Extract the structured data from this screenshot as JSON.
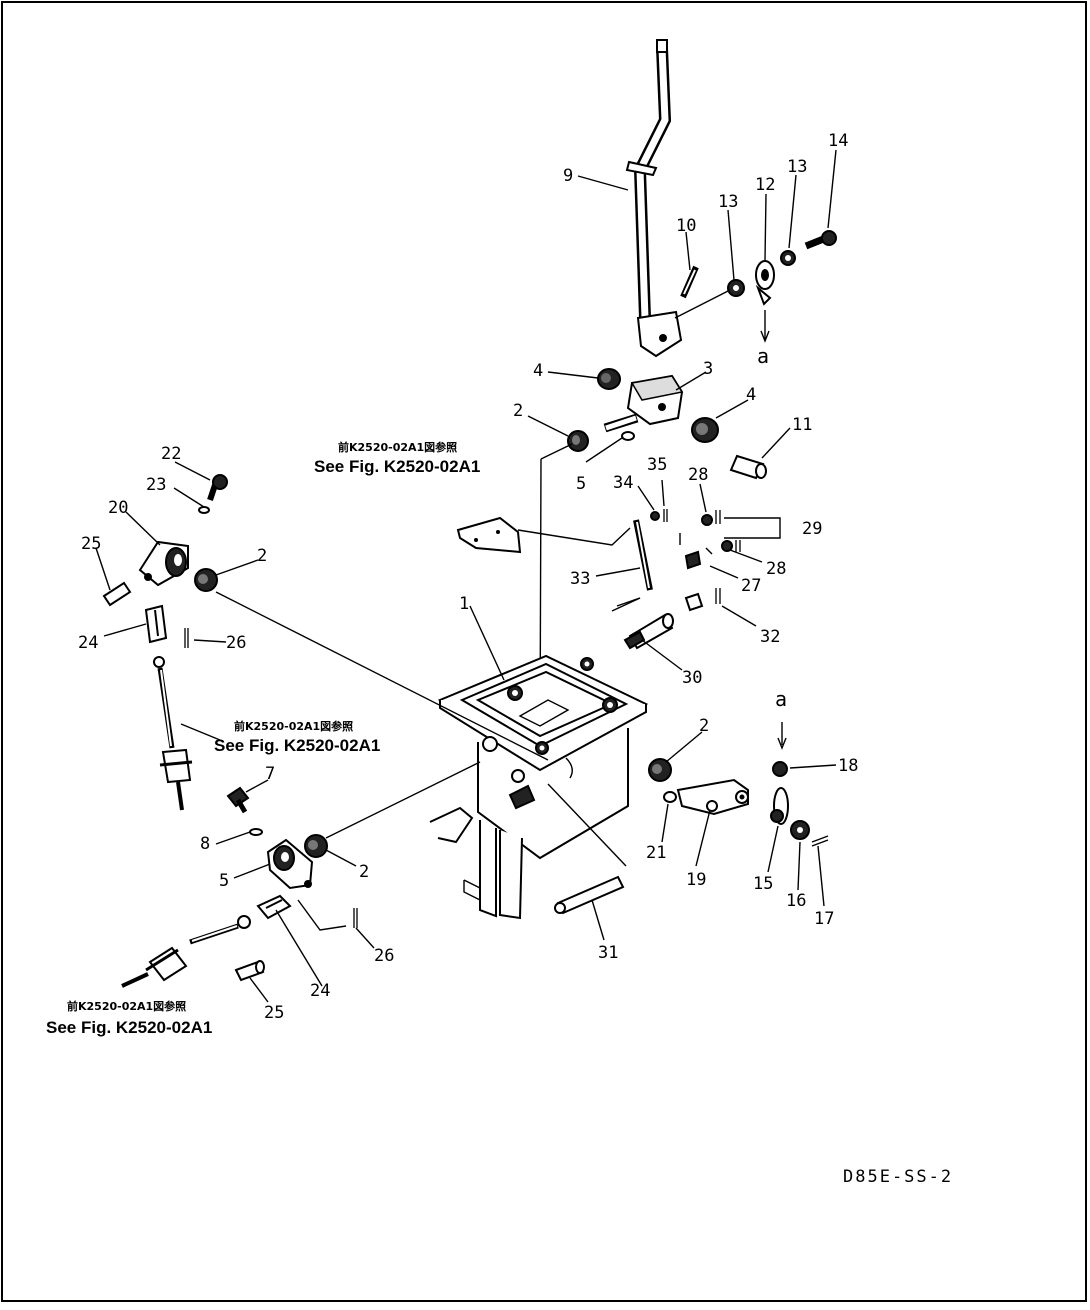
{
  "drawing_code": "D85E-SS-2",
  "view_arrow_letter": "a",
  "see_figure_jp": "前K2520-02A1図参照",
  "see_figure_en": "See Fig. K2520-02A1",
  "callouts": [
    {
      "id": "c9",
      "label": "9"
    },
    {
      "id": "c10",
      "label": "10"
    },
    {
      "id": "c13a",
      "label": "13"
    },
    {
      "id": "c12",
      "label": "12"
    },
    {
      "id": "c13b",
      "label": "13"
    },
    {
      "id": "c14",
      "label": "14"
    },
    {
      "id": "c4a",
      "label": "4"
    },
    {
      "id": "c3",
      "label": "3"
    },
    {
      "id": "c2a",
      "label": "2"
    },
    {
      "id": "c4b",
      "label": "4"
    },
    {
      "id": "c11",
      "label": "11"
    },
    {
      "id": "c5a",
      "label": "5"
    },
    {
      "id": "c35",
      "label": "35"
    },
    {
      "id": "c34",
      "label": "34"
    },
    {
      "id": "c28a",
      "label": "28"
    },
    {
      "id": "c29",
      "label": "29"
    },
    {
      "id": "c28b",
      "label": "28"
    },
    {
      "id": "c33",
      "label": "33"
    },
    {
      "id": "c27",
      "label": "27"
    },
    {
      "id": "c32",
      "label": "32"
    },
    {
      "id": "c1",
      "label": "1"
    },
    {
      "id": "c30",
      "label": "30"
    },
    {
      "id": "c22",
      "label": "22"
    },
    {
      "id": "c23",
      "label": "23"
    },
    {
      "id": "c20",
      "label": "20"
    },
    {
      "id": "c25a",
      "label": "25"
    },
    {
      "id": "c2b",
      "label": "2"
    },
    {
      "id": "c24a",
      "label": "24"
    },
    {
      "id": "c26a",
      "label": "26"
    },
    {
      "id": "c2c",
      "label": "2"
    },
    {
      "id": "c18",
      "label": "18"
    },
    {
      "id": "c7",
      "label": "7"
    },
    {
      "id": "c8",
      "label": "8"
    },
    {
      "id": "c5b",
      "label": "5"
    },
    {
      "id": "c2d",
      "label": "2"
    },
    {
      "id": "c21",
      "label": "21"
    },
    {
      "id": "c19",
      "label": "19"
    },
    {
      "id": "c15",
      "label": "15"
    },
    {
      "id": "c16",
      "label": "16"
    },
    {
      "id": "c17",
      "label": "17"
    },
    {
      "id": "c26b",
      "label": "26"
    },
    {
      "id": "c24b",
      "label": "24"
    },
    {
      "id": "c25b",
      "label": "25"
    },
    {
      "id": "c31",
      "label": "31"
    }
  ]
}
